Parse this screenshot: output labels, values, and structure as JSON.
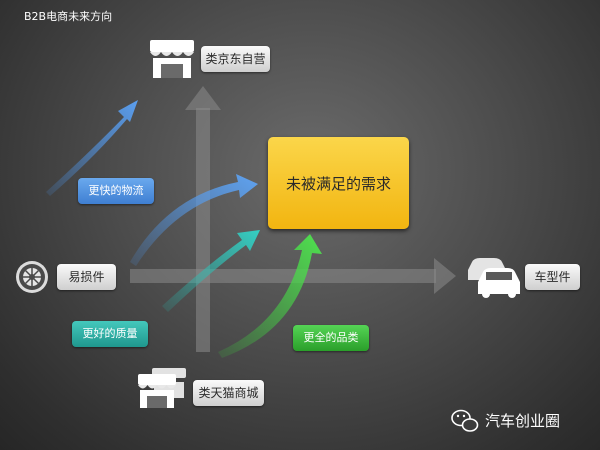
{
  "title": "B2B电商未来方向",
  "center": "未被满足的需求",
  "top_label": "类京东自营",
  "bottom_label": "类天猫商城",
  "left_label": "易损件",
  "right_label": "车型件",
  "arrow_labels": {
    "faster": "更快的物流",
    "better": "更好的质量",
    "fuller": "更全的品类"
  },
  "watermark": "汽车创业圈",
  "colors": {
    "center": "#f5bd1f",
    "blue": "#4a8fe0",
    "teal": "#29b0a6",
    "green": "#3cc43c",
    "axis": "#8a8a8a"
  },
  "icons": [
    "store-icon",
    "stores-icon",
    "tire-icon",
    "cars-icon",
    "wechat-icon"
  ]
}
